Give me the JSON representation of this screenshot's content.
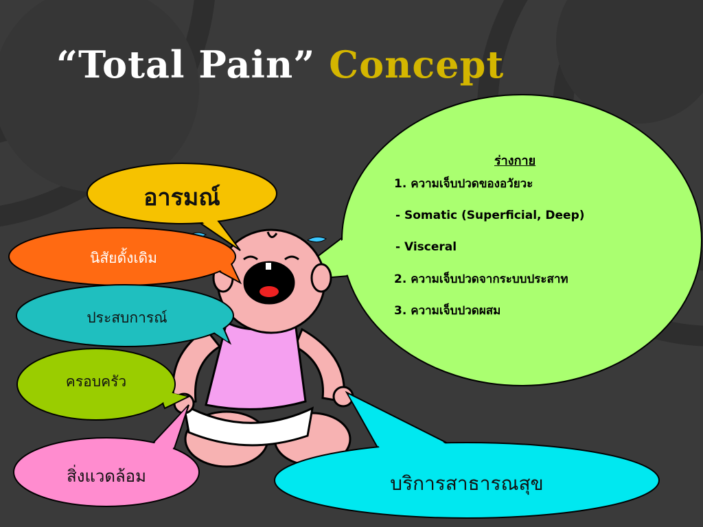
{
  "slide": {
    "title_quoted": "“Total Pain”",
    "title_word": "Concept"
  },
  "colors": {
    "background": "#3a3a3a",
    "title_white": "#ffffff",
    "title_gold": "#d4b600",
    "bubble_emotion": "#f6c200",
    "bubble_habit": "#ff6a12",
    "bubble_experience": "#1fbfbf",
    "bubble_family": "#9acd00",
    "bubble_environment": "#ff8ccf",
    "bubble_service": "#00e8f0",
    "bubble_physical": "#aaff70"
  },
  "bubbles": {
    "emotion": "อารมณ์",
    "habit": "นิสัยดั้งเดิม",
    "experience": "ประสบการณ์",
    "family": "ครอบครัว",
    "environment": "สิ่งแวดล้อม",
    "public_service": "บริการสาธารณสุข"
  },
  "physical": {
    "heading": "ร่างกาย",
    "items": [
      "1. ความเจ็บปวดของอวัยวะ",
      "- Somatic (Superficial, Deep)",
      "- Visceral",
      "2. ความเจ็บปวดจากระบบประสาท",
      "3. ความเจ็บปวดผสม"
    ]
  }
}
